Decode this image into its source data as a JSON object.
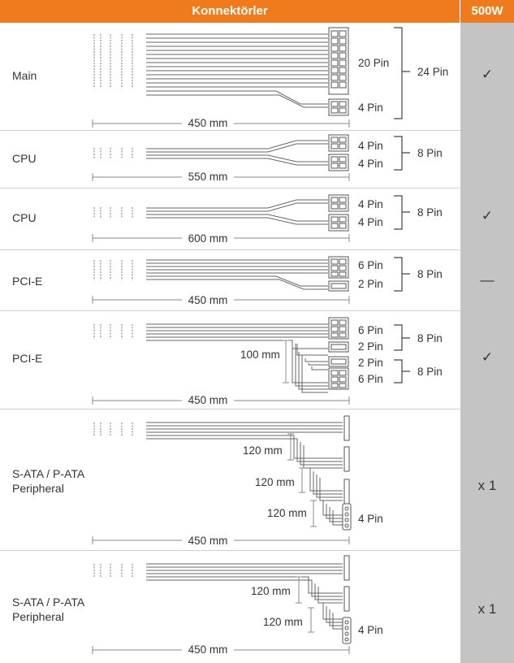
{
  "header": {
    "connectors": "Konnektörler",
    "wattage": "500W"
  },
  "rows": [
    {
      "label_lines": [
        "Main"
      ],
      "length": "450 mm",
      "pins": [
        "20 Pin",
        "4 Pin"
      ],
      "group": [
        "24 Pin"
      ],
      "availability": "✓"
    },
    {
      "label_lines": [
        "CPU"
      ],
      "length": "550 mm",
      "pins": [
        "4 Pin",
        "4 Pin"
      ],
      "group": [
        "8 Pin"
      ],
      "availability": ""
    },
    {
      "label_lines": [
        "CPU"
      ],
      "length": "600 mm",
      "pins": [
        "4 Pin",
        "4 Pin"
      ],
      "group": [
        "8 Pin"
      ],
      "availability": "✓"
    },
    {
      "label_lines": [
        "PCI-E"
      ],
      "length": "450 mm",
      "pins": [
        "6 Pin",
        "2 Pin"
      ],
      "group": [
        "8 Pin"
      ],
      "availability": "—"
    },
    {
      "label_lines": [
        "PCI-E"
      ],
      "length": "450 mm",
      "spacing": [
        "100 mm"
      ],
      "pins": [
        "6 Pin",
        "2 Pin",
        "2 Pin",
        "6 Pin"
      ],
      "group": [
        "8 Pin",
        "8 Pin"
      ],
      "availability": "✓"
    },
    {
      "label_lines": [
        "S-ATA / P-ATA",
        "Peripheral"
      ],
      "length": "450 mm",
      "spacing": [
        "120 mm",
        "120 mm",
        "120 mm"
      ],
      "pins": [
        "4 Pin"
      ],
      "group": [],
      "availability": "x 1"
    },
    {
      "label_lines": [
        "S-ATA / P-ATA",
        "Peripheral"
      ],
      "length": "450 mm",
      "spacing": [
        "120 mm",
        "120 mm"
      ],
      "pins": [
        "4 Pin"
      ],
      "group": [],
      "availability": "x 1"
    }
  ]
}
